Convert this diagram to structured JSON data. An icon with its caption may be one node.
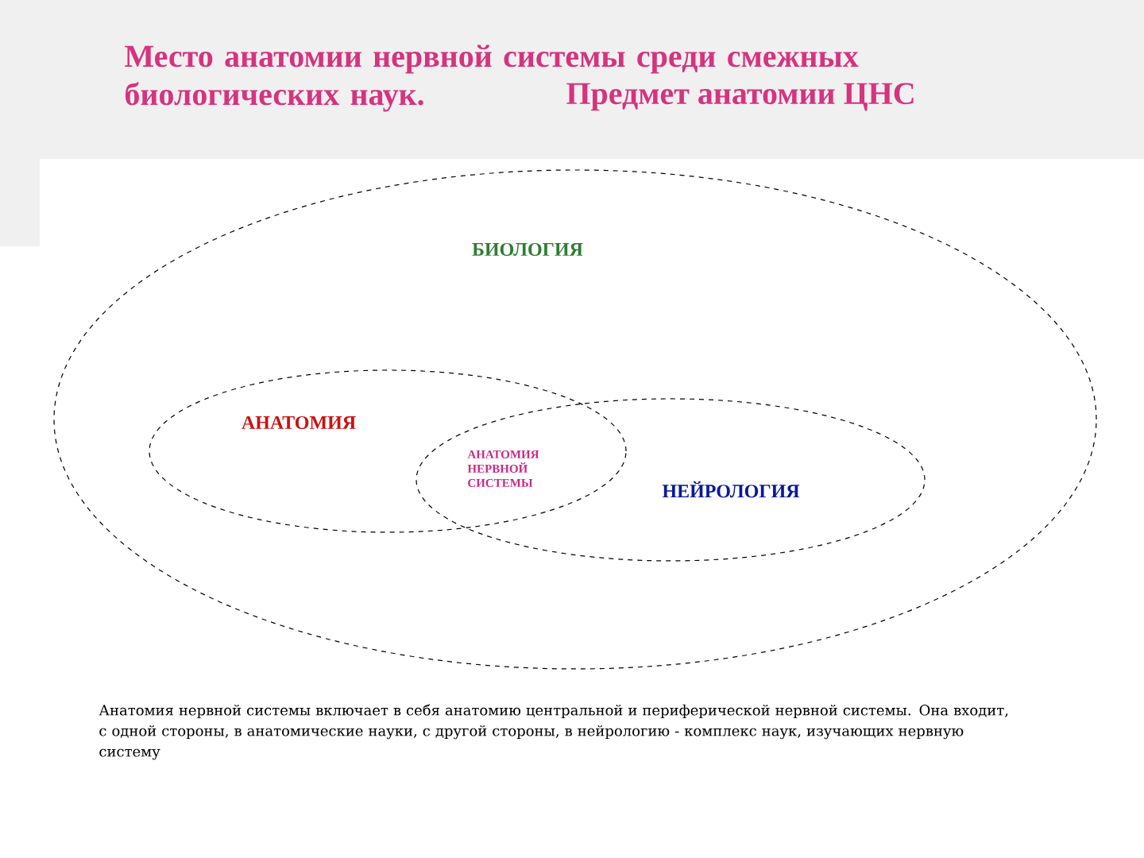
{
  "diagram": {
    "title": "Место анатомии нервной системы среди смежных биологических наук.",
    "nodes": [
      {
        "text": [
          "БИОЛОГИЯ"
        ]
      },
      {
        "text": [
          "АНАТОМИЯ"
        ],
        "in": 0
      },
      {
        "text": [
          "НЕЙРОЛОГИЯ"
        ],
        "in": 0
      }
    ],
    "edges": [],
    "labels": [
      "Предмет анатомии ЦНС",
      "АНАТОМИЯ НЕРВНОЙ СИСТЕМЫ",
      "Анатомия нервной системы включает в себя анатомию центральной и периферической нервной системы. Она входит, с одной стороны, в анатомические науки, с другой стороны, в нейрологию - комплекс наук, изучающих нервную систему"
    ]
  }
}
